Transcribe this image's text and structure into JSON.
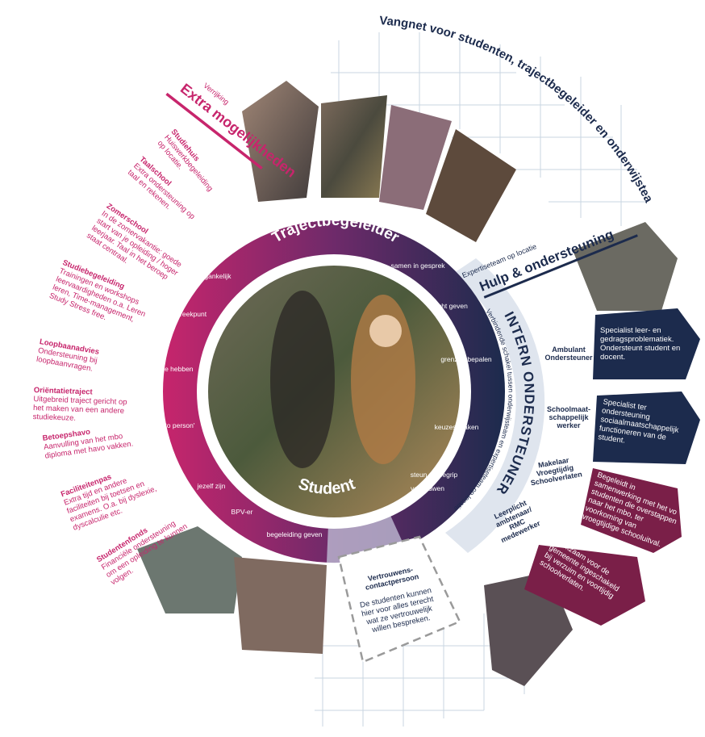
{
  "colors": {
    "navy": "#1c2b4d",
    "magenta": "#c7256c",
    "purple": "#6e2a6a",
    "wine": "#7a1f48",
    "grid": "#c9d5e2",
    "lilac": "#b9b1cc"
  },
  "header": {
    "title": "Vangnet voor studenten, trajectbegeleider en onderwijsteam"
  },
  "extra": {
    "kicker": "Verrijking",
    "title": "Extra mogelijkheden",
    "items": [
      {
        "title": "Studiehuis",
        "text": "Huiswerkbegeleiding op locatie."
      },
      {
        "title": "Taalschool",
        "text": "Extra ondersteuning op taal en rekenen."
      },
      {
        "title": "Zomerschool",
        "text": "In de zomervakantie: goede start van je opleiding / hoger leerjaar. Taal in het beroep staat centraal."
      },
      {
        "title": "Studiebegeleiding",
        "text": "Trainingen en workshops leervaardigheden o.a. Leren leren, Time-management, Study Stress free."
      },
      {
        "title": "Loopbaanadvies",
        "text": "Ondersteuning bij loopbaanvragen."
      },
      {
        "title": "Oriëntatietraject",
        "text": "Uitgebreid traject gericht op het maken van een andere studiekeuze."
      },
      {
        "title": "Betoepshavo",
        "text": "Aanvulling van het mbo diploma met havo vakken."
      },
      {
        "title": "Faciliteitenpas",
        "text": "Extra tijd en andere faciliteiten bij toetsen en examens. O.a. bij dyslexie, dyscalculie etc."
      },
      {
        "title": "Studentenfonds",
        "text": "Financiële ondersteuning om een opleiding te kunnen volgen."
      }
    ]
  },
  "hulp": {
    "kicker": "Expertiseteam op locatie",
    "title": "Hulp & ondersteuning"
  },
  "intern": {
    "title": "INTERN ONDERSTEUNER",
    "subtitle": "Verbindende schakel tussen onderwijsteam en expertiseteam op locatie"
  },
  "ring": {
    "title": "Trajectbegeleider",
    "center_label": "Student",
    "items_left": [
      "toegankelijk",
      "aanspreekpunt",
      "energie hebben",
      "'go-to person'",
      "jezelf zijn",
      "BPV-er",
      "begeleiding geven"
    ],
    "items_right": [
      "samen in gesprek",
      "inzicht geven",
      "grenzen bepalen",
      "keuzes maken",
      "steun en begrip",
      "vertrouwen"
    ]
  },
  "roles": [
    {
      "name": "Ambulant Ondersteuner",
      "text": "Specialist leer- en gedragsproblematiek. Ondersteunt student en docent.",
      "color": "#1c2b4d"
    },
    {
      "name": "Schoolmaat-schappelijk werker",
      "text": "Specialist ter ondersteuning sociaalmaatschappelijk functioneren van de student.",
      "color": "#1c2b4d"
    },
    {
      "name": "Makelaar Vroegtijdig Schoolverlaten",
      "text": "Begeleidt in samenwerking met het vo studenten die overstappen naar het mbo, ter voorkoming van vroegtijdige schooluitval.",
      "color": "#7a1f48"
    },
    {
      "name": "Leerplicht ambtenaar/ RMC medewerker",
      "text": "Werkzaam voor de gemeente ingeschakeld bij verzuim en voortijdig schoolverlaten.",
      "color": "#7a1f48"
    }
  ],
  "vertrouwen": {
    "title": "Vertrouwens-contactpersoon",
    "text": "De studenten kunnen hier voor alles terecht wat ze vertrouwelijk willen bespreken."
  }
}
